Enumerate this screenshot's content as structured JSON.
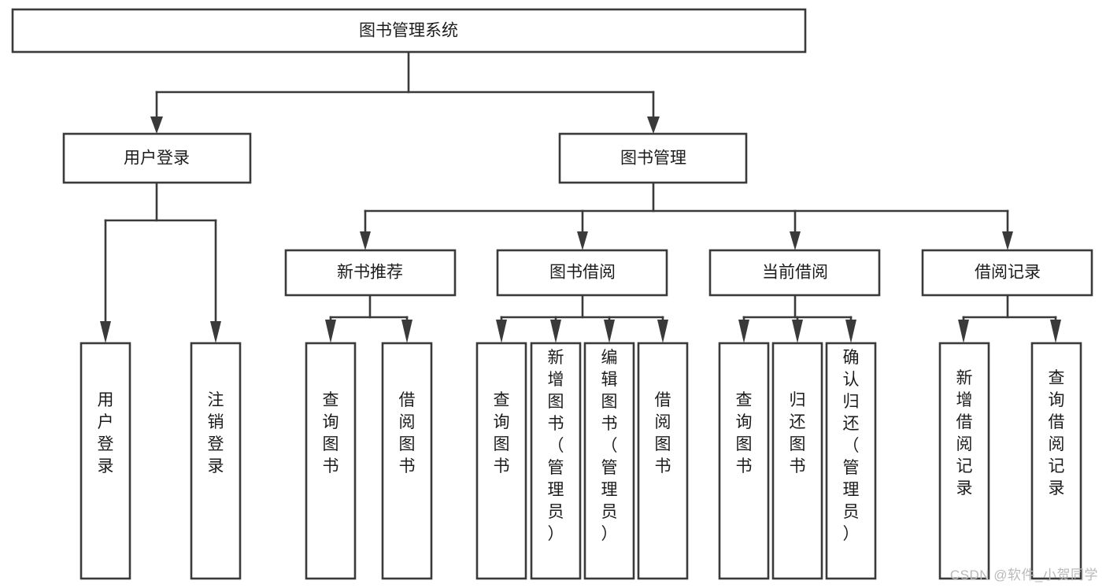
{
  "diagram": {
    "type": "tree-hierarchy-chart",
    "title": "图书管理系统",
    "watermark": "CSDN @软件_小贺同学",
    "colors": {
      "stroke": "#3a3a3a",
      "fill": "#ffffff",
      "text": "#1c1c1c",
      "watermark": "#b9b9b9",
      "background": "#ffffff"
    },
    "levels": [
      {
        "level": 1,
        "nodes": [
          {
            "id": "root",
            "label": "图书管理系统",
            "orientation": "horizontal"
          }
        ]
      },
      {
        "level": 2,
        "nodes": [
          {
            "id": "n-user-login",
            "label": "用户登录",
            "orientation": "horizontal",
            "parent": "root"
          },
          {
            "id": "n-book-mgmt",
            "label": "图书管理",
            "orientation": "horizontal",
            "parent": "root"
          }
        ]
      },
      {
        "level": 3,
        "nodes": [
          {
            "id": "n-new-book-rec",
            "label": "新书推荐",
            "orientation": "horizontal",
            "parent": "n-book-mgmt"
          },
          {
            "id": "n-book-borrow",
            "label": "图书借阅",
            "orientation": "horizontal",
            "parent": "n-book-mgmt"
          },
          {
            "id": "n-current-borrow",
            "label": "当前借阅",
            "orientation": "horizontal",
            "parent": "n-book-mgmt"
          },
          {
            "id": "n-borrow-record",
            "label": "借阅记录",
            "orientation": "horizontal",
            "parent": "n-book-mgmt"
          }
        ]
      },
      {
        "level": 4,
        "nodes": [
          {
            "id": "l-user-login",
            "label": "用户登录",
            "orientation": "vertical",
            "parent": "n-user-login"
          },
          {
            "id": "l-logout-login",
            "label": "注销登录",
            "orientation": "vertical",
            "parent": "n-user-login"
          },
          {
            "id": "l-query-book-1",
            "label": "查询图书",
            "orientation": "vertical",
            "parent": "n-new-book-rec"
          },
          {
            "id": "l-borrow-book-1",
            "label": "借阅图书",
            "orientation": "vertical",
            "parent": "n-new-book-rec"
          },
          {
            "id": "l-query-book-2",
            "label": "查询图书",
            "orientation": "vertical",
            "parent": "n-book-borrow"
          },
          {
            "id": "l-add-book",
            "label": "新增图书（管理员）",
            "orientation": "vertical",
            "parent": "n-book-borrow"
          },
          {
            "id": "l-edit-book",
            "label": "编辑图书（管理员）",
            "orientation": "vertical",
            "parent": "n-book-borrow"
          },
          {
            "id": "l-borrow-book-2",
            "label": "借阅图书",
            "orientation": "vertical",
            "parent": "n-book-borrow"
          },
          {
            "id": "l-query-book-3",
            "label": "查询图书",
            "orientation": "vertical",
            "parent": "n-current-borrow"
          },
          {
            "id": "l-return-book",
            "label": "归还图书",
            "orientation": "vertical",
            "parent": "n-current-borrow"
          },
          {
            "id": "l-confirm-return",
            "label": "确认归还（管理员）",
            "orientation": "vertical",
            "parent": "n-current-borrow"
          },
          {
            "id": "l-add-record",
            "label": "新增借阅记录",
            "orientation": "vertical",
            "parent": "n-borrow-record"
          },
          {
            "id": "l-query-record",
            "label": "查询借阅记录",
            "orientation": "vertical",
            "parent": "n-borrow-record"
          }
        ]
      }
    ],
    "labels": {
      "root": "图书管理系统",
      "user_login": "用户登录",
      "book_mgmt": "图书管理",
      "new_book_rec": "新书推荐",
      "book_borrow": "图书借阅",
      "current_borrow": "当前借阅",
      "borrow_record": "借阅记录",
      "leaf_user_login": "用户登录",
      "leaf_logout_login": "注销登录",
      "leaf_query_book_1": "查询图书",
      "leaf_borrow_book_1": "借阅图书",
      "leaf_query_book_2": "查询图书",
      "leaf_add_book": "新增图书（管理员）",
      "leaf_edit_book": "编辑图书（管理员）",
      "leaf_borrow_book_2": "借阅图书",
      "leaf_query_book_3": "查询图书",
      "leaf_return_book": "归还图书",
      "leaf_confirm_return": "确认归还（管理员）",
      "leaf_add_record": "新增借阅记录",
      "leaf_query_record": "查询借阅记录"
    }
  }
}
